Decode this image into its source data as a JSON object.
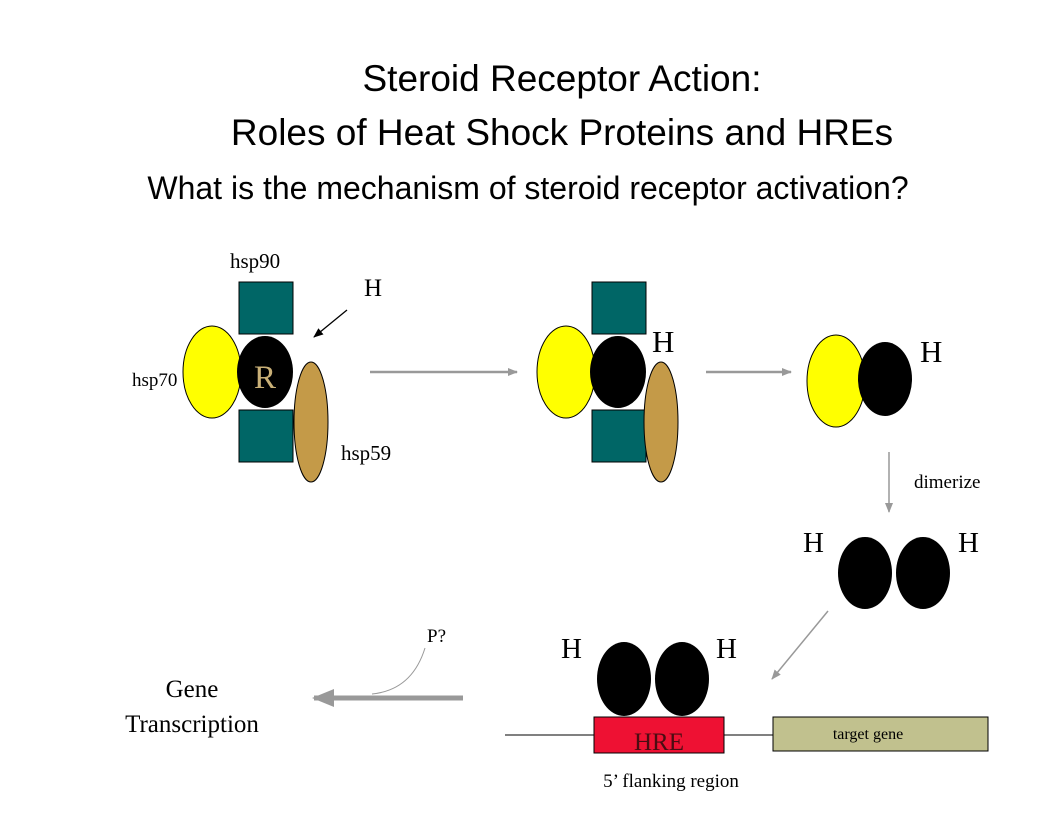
{
  "title_line1": "Steroid Receptor Action:",
  "title_line2": "Roles of Heat Shock Proteins and HREs",
  "subtitle": "What is the mechanism of steroid receptor activation?",
  "labels": {
    "hsp90": "hsp90",
    "hsp70": "hsp70",
    "hsp59": "hsp59",
    "receptor": "R",
    "hormone": "H",
    "dimerize": "dimerize",
    "hre": "HRE",
    "target_gene": "target gene",
    "flanking": "5’ flanking region",
    "phospho": "P?",
    "gene_transcription_line1": "Gene",
    "gene_transcription_line2": "Transcription"
  },
  "colors": {
    "hsp90": "#006666",
    "hsp70": "#ffff00",
    "hsp59": "#c49a48",
    "receptor": "#000000",
    "hre": "#ee1133",
    "target_gene": "#c1c18e",
    "arrow": "#999999"
  }
}
